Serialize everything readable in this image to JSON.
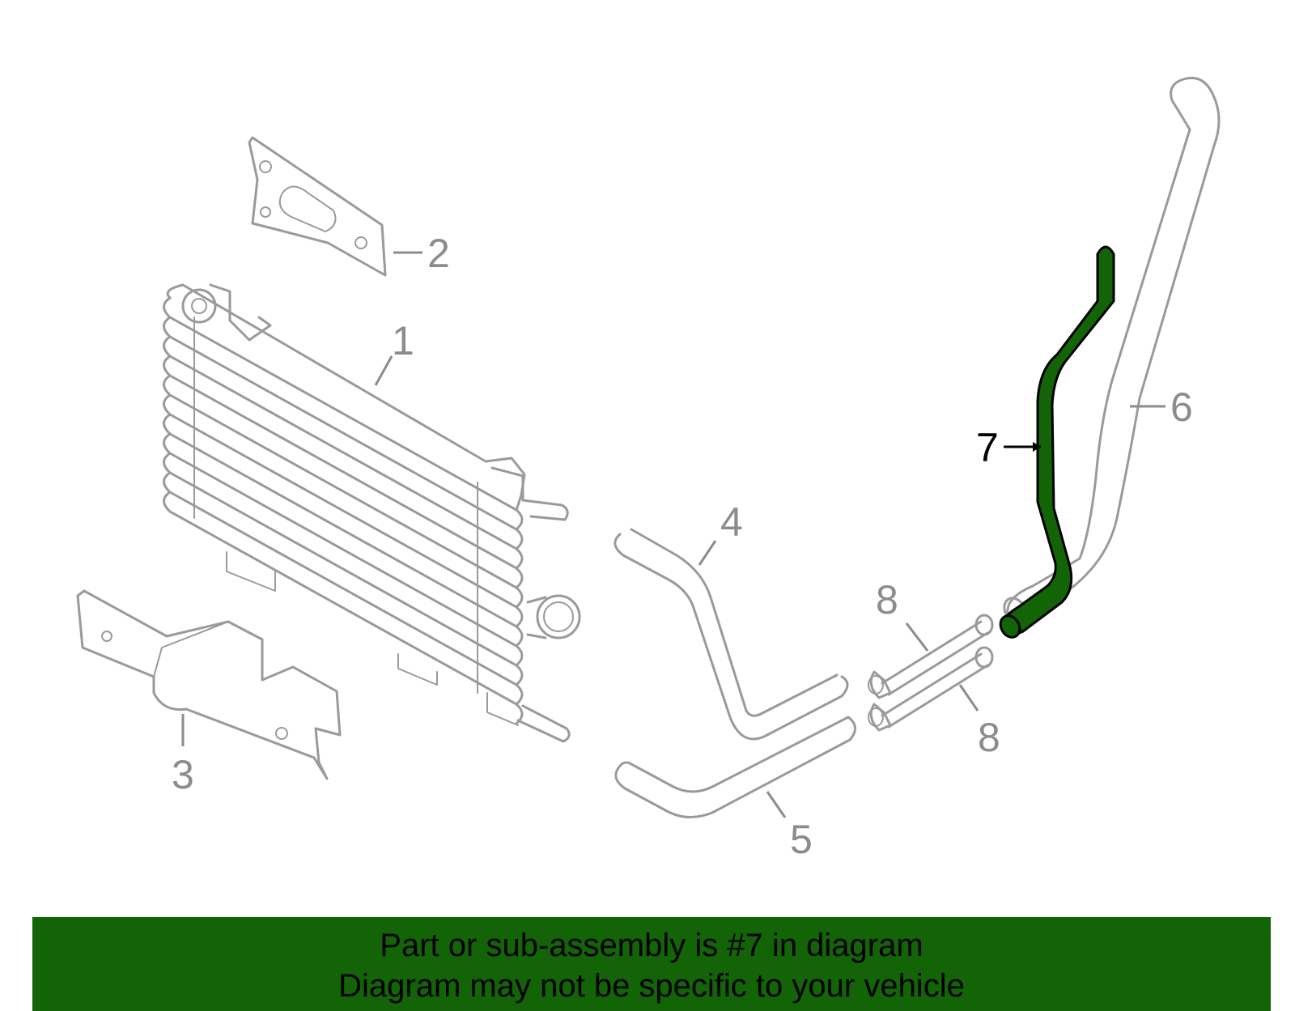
{
  "banner": {
    "line1": "Part or sub-assembly is #7 in diagram",
    "line2": "Diagram may not be specific to your vehicle",
    "color": "#136307"
  },
  "callouts": {
    "c1": "1",
    "c2": "2",
    "c3": "3",
    "c4": "4",
    "c5": "5",
    "c6": "6",
    "c7": "7",
    "c8a": "8",
    "c8b": "8"
  },
  "highlight": {
    "part_number": "7",
    "color": "#136307"
  }
}
